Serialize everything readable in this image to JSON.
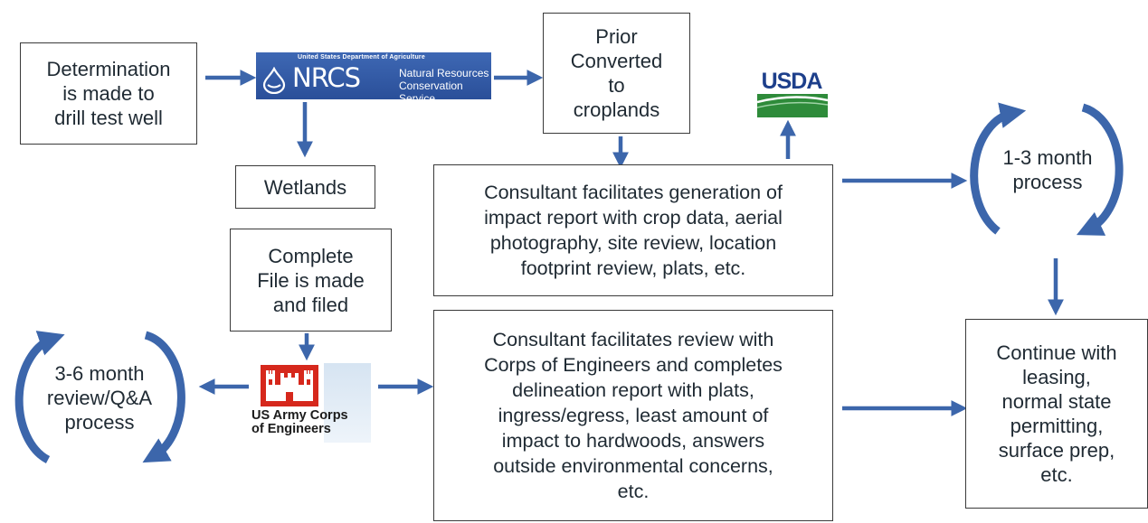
{
  "boxes": {
    "determination": "Determination\nis made to\ndrill test well",
    "prior_converted": "Prior\nConverted\nto\ncroplands",
    "wetlands": "Wetlands",
    "impact_report": "Consultant facilitates generation of\nimpact report with crop data, aerial\nphotography, site review, location\nfootprint review, plats, etc.",
    "complete_file": "Complete\nFile is made\nand filed",
    "corps_review": "Consultant facilitates review with\nCorps of Engineers and completes\ndelineation report with plats,\ningress/egress, least amount of\nimpact to hardwoods, answers\noutside environmental concerns,\netc.",
    "continue_leasing": "Continue with\nleasing,\nnormal state\npermitting,\nsurface prep,\netc."
  },
  "cycles": {
    "short_process": "1-3 month\nprocess",
    "long_process": "3-6 month\nreview/Q&A\nprocess"
  },
  "logos": {
    "nrcs": {
      "department": "United States Department of Agriculture",
      "abbr": "NRCS",
      "name": "Natural Resources\nConservation Service"
    },
    "usda": {
      "text": "USDA"
    },
    "usace": {
      "text": "US Army Corps\nof Engineers"
    }
  },
  "colors": {
    "arrow": "#3c66ab",
    "nrcs_blue": "#2f58a4",
    "usda_blue": "#1d3f8b",
    "usda_green": "#2e8b3a",
    "usace_red": "#d6281c"
  }
}
